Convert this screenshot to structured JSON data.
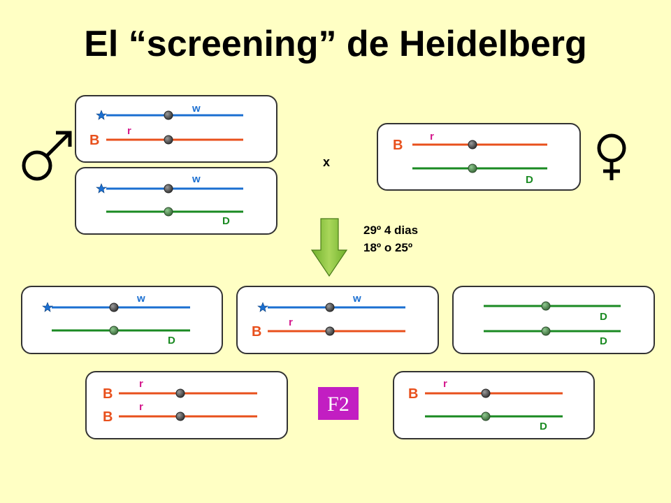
{
  "title": "El “screening” de Heidelberg",
  "colors": {
    "background": "#ffffc4",
    "blue": "#1b6fd1",
    "red": "#e8501c",
    "green": "#1a8a22",
    "magenta": "#d4188c",
    "arrow": "#8dc63f",
    "f2_box": "#c21ec2"
  },
  "cross_symbol": "x",
  "arrow_text": [
    "29º 4 dias",
    "18º o 25º"
  ],
  "f2_label": "F2",
  "labels": {
    "w": "w",
    "r": "r",
    "B": "B",
    "D": "D"
  },
  "icons": {
    "male": "male-symbol-icon",
    "female": "female-symbol-icon",
    "star": "star-icon",
    "arrow": "down-arrow-icon"
  }
}
